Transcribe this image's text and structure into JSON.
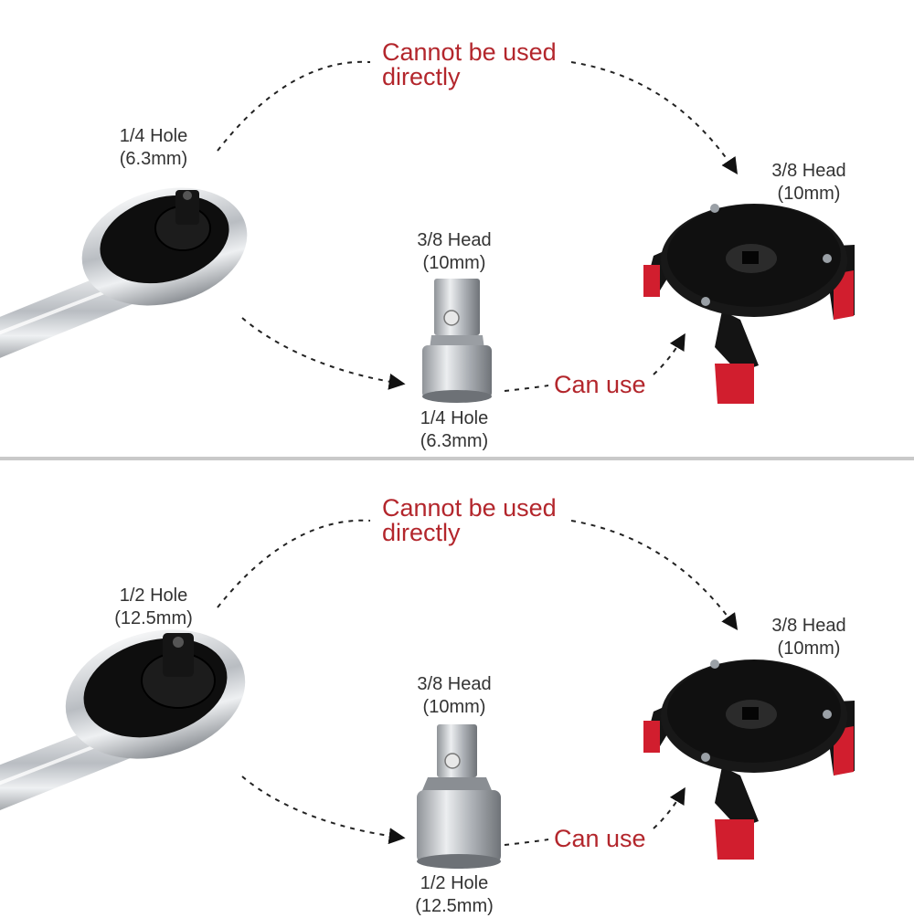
{
  "colors": {
    "accent_red": "#b3262c",
    "text": "#333333",
    "metal": "#c9ccd0",
    "tool_black": "#141414",
    "grip_red": "#d11e2e"
  },
  "panels": [
    {
      "warning": {
        "line1": "Cannot be used",
        "line2": "directly"
      },
      "wrench_label": {
        "line1": "1/4 Hole",
        "line2": "(6.3mm)"
      },
      "filter_label": {
        "line1": "3/8 Head",
        "line2": "(10mm)"
      },
      "adapter_head_label": {
        "line1": "3/8 Head",
        "line2": "(10mm)"
      },
      "adapter_hole_label": {
        "line1": "1/4 Hole",
        "line2": "(6.3mm)"
      },
      "can_use": "Can use"
    },
    {
      "warning": {
        "line1": "Cannot be used",
        "line2": "directly"
      },
      "wrench_label": {
        "line1": "1/2 Hole",
        "line2": "(12.5mm)"
      },
      "filter_label": {
        "line1": "3/8 Head",
        "line2": "(10mm)"
      },
      "adapter_head_label": {
        "line1": "3/8 Head",
        "line2": "(10mm)"
      },
      "adapter_hole_label": {
        "line1": "1/2 Hole",
        "line2": "(12.5mm)"
      },
      "can_use": "Can use"
    }
  ]
}
